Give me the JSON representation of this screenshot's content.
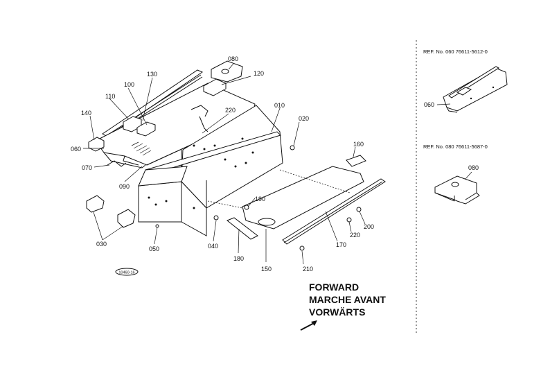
{
  "parts": [
    {
      "id": "p080a",
      "label": "080"
    },
    {
      "id": "p120",
      "label": "120"
    },
    {
      "id": "p130",
      "label": "130"
    },
    {
      "id": "p100",
      "label": "100"
    },
    {
      "id": "p110",
      "label": "110"
    },
    {
      "id": "p140",
      "label": "140"
    },
    {
      "id": "p220a",
      "label": "220"
    },
    {
      "id": "p010",
      "label": "010"
    },
    {
      "id": "p020",
      "label": "020"
    },
    {
      "id": "p060",
      "label": "060"
    },
    {
      "id": "p070",
      "label": "070"
    },
    {
      "id": "p090",
      "label": "090"
    },
    {
      "id": "p160",
      "label": "160"
    },
    {
      "id": "p190",
      "label": "190"
    },
    {
      "id": "p200",
      "label": "200"
    },
    {
      "id": "p220b",
      "label": "220"
    },
    {
      "id": "p170",
      "label": "170"
    },
    {
      "id": "p030",
      "label": "030"
    },
    {
      "id": "p050",
      "label": "050"
    },
    {
      "id": "p040",
      "label": "040"
    },
    {
      "id": "p180",
      "label": "180"
    },
    {
      "id": "p150",
      "label": "150"
    },
    {
      "id": "p210",
      "label": "210"
    }
  ],
  "ref_top": {
    "text": "REF. No. 060 76611-5612-0",
    "part_label": "060"
  },
  "ref_bottom": {
    "text": "REF. No. 080 76611-5687-0",
    "part_label": "080"
  },
  "direction": {
    "line1": "FORWARD",
    "line2": "MARCHE AVANT",
    "line3": "VORWÄRTS"
  },
  "stamp": "10460-16"
}
